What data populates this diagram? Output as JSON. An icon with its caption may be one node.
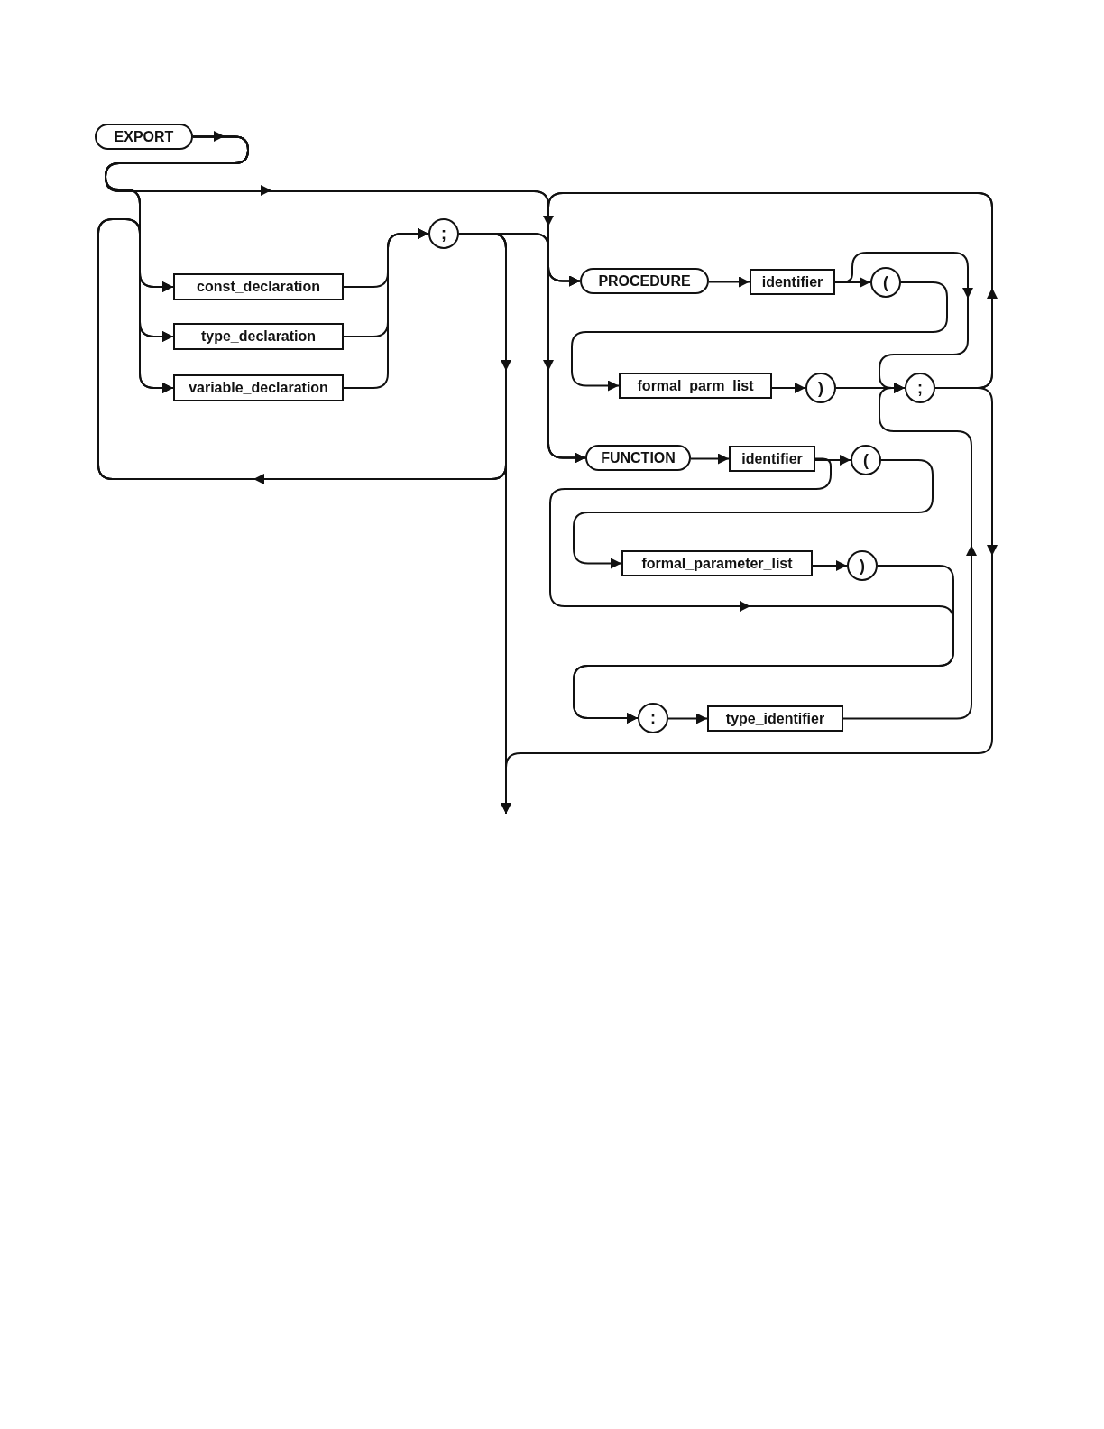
{
  "diagram": {
    "nodes": [
      {
        "text": [
          "EXPORT"
        ]
      },
      {
        "text": [
          "const_declaration"
        ]
      },
      {
        "text": [
          "type_declaration"
        ]
      },
      {
        "text": [
          "variable_declaration"
        ]
      },
      {
        "text": [
          ";"
        ]
      },
      {
        "text": [
          "PROCEDURE"
        ]
      },
      {
        "text": [
          "identifier"
        ]
      },
      {
        "text": [
          "("
        ]
      },
      {
        "text": [
          "formal_parm_list"
        ]
      },
      {
        "text": [
          ")"
        ]
      },
      {
        "text": [
          ";"
        ]
      },
      {
        "text": [
          "FUNCTION"
        ]
      },
      {
        "text": [
          "identifier"
        ]
      },
      {
        "text": [
          "("
        ]
      },
      {
        "text": [
          "formal_parameter_list"
        ]
      },
      {
        "text": [
          ")"
        ]
      },
      {
        "text": [
          ":"
        ]
      },
      {
        "text": [
          "type_identifier"
        ]
      }
    ],
    "edges": [
      {
        "from": 0,
        "to": 1,
        "arrow": "to"
      },
      {
        "from": 0,
        "to": 2,
        "arrow": "to"
      },
      {
        "from": 0,
        "to": 3,
        "arrow": "to"
      },
      {
        "from": 0,
        "to": 5,
        "arrow": "to"
      },
      {
        "from": 0,
        "to": 11,
        "arrow": "to"
      },
      {
        "from": 1,
        "to": 4,
        "arrow": "to"
      },
      {
        "from": 2,
        "to": 4,
        "arrow": "to"
      },
      {
        "from": 3,
        "to": 4,
        "arrow": "to"
      },
      {
        "from": 4,
        "to": 1,
        "arrow": "to"
      },
      {
        "from": 4,
        "to": 2,
        "arrow": "to"
      },
      {
        "from": 4,
        "to": 3,
        "arrow": "to"
      },
      {
        "from": 4,
        "to": 5,
        "arrow": "to"
      },
      {
        "from": 4,
        "to": 11,
        "arrow": "to"
      },
      {
        "from": 4,
        "to": null,
        "arrow": "to"
      },
      {
        "from": 5,
        "to": 6,
        "arrow": "to"
      },
      {
        "from": 6,
        "to": 7,
        "arrow": "to"
      },
      {
        "from": 7,
        "to": 8,
        "arrow": "to"
      },
      {
        "from": 8,
        "to": 9,
        "arrow": "to"
      },
      {
        "from": 9,
        "to": 10,
        "arrow": "none"
      },
      {
        "from": 6,
        "to": 10,
        "arrow": "to"
      },
      {
        "from": 10,
        "to": 5,
        "arrow": "to"
      },
      {
        "from": 10,
        "to": 11,
        "arrow": "to"
      },
      {
        "from": 10,
        "to": null,
        "arrow": "to"
      },
      {
        "from": 11,
        "to": 12,
        "arrow": "to"
      },
      {
        "from": 12,
        "to": 13,
        "arrow": "to"
      },
      {
        "from": 13,
        "to": 14,
        "arrow": "to"
      },
      {
        "from": 14,
        "to": 15,
        "arrow": "to"
      },
      {
        "from": 15,
        "to": 16,
        "arrow": "to"
      },
      {
        "from": 12,
        "to": 16,
        "arrow": "to"
      },
      {
        "from": 16,
        "to": 17,
        "arrow": "to"
      },
      {
        "from": 17,
        "to": 10,
        "arrow": "to"
      }
    ]
  }
}
